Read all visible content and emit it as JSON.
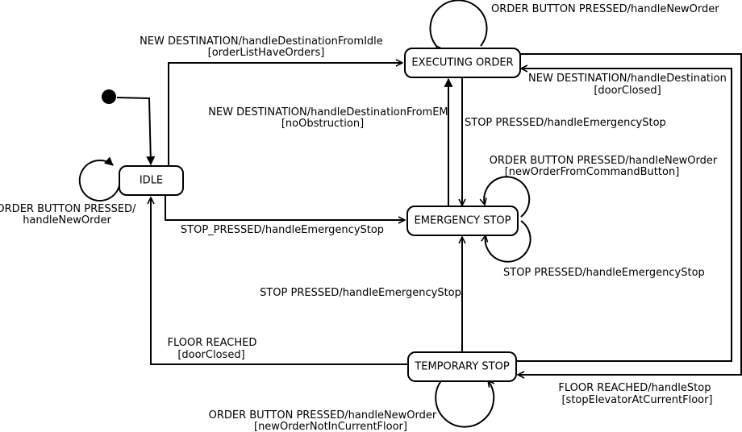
{
  "states": {
    "idle": "IDLE",
    "executing_order": "EXECUTING ORDER",
    "emergency_stop": "EMERGENCY STOP",
    "temporary_stop": "TEMPORARY STOP"
  },
  "transitions": {
    "executing_self_loop": [
      "ORDER BUTTON PRESSED/handleNewOrder"
    ],
    "idle_to_executing": [
      "NEW DESTINATION/handleDestinationFromIdle",
      "[orderListHaveOrders]"
    ],
    "temporary_to_executing": [
      "NEW DESTINATION/handleDestination",
      "[doorClosed]"
    ],
    "emergency_to_executing": [
      "NEW DESTINATION/handleDestinationFromEM",
      "[noObstruction]"
    ],
    "executing_to_emergency": [
      "STOP PRESSED/handleEmergencyStop"
    ],
    "emergency_order_loop": [
      "ORDER BUTTON PRESSED/handleNewOrder",
      "[newOrderFromCommandButton]"
    ],
    "idle_self_loop": [
      "ORDER BUTTON PRESSED/",
      "handleNewOrder"
    ],
    "idle_to_emergency": [
      "STOP_PRESSED/handleEmergencyStop"
    ],
    "emergency_stop_loop": [
      "STOP PRESSED/handleEmergencyStop"
    ],
    "temporary_to_emergency": [
      "STOP PRESSED/handleEmergencyStop"
    ],
    "temporary_to_idle": [
      "FLOOR REACHED",
      "[doorClosed]"
    ],
    "executing_to_temporary": [
      "FLOOR REACHED/handleStop",
      "[stopElevatorAtCurrentFloor]"
    ],
    "temporary_order_loop": [
      "ORDER BUTTON PRESSED/handleNewOrder",
      "[newOrderNotInCurrentFloor]"
    ]
  }
}
